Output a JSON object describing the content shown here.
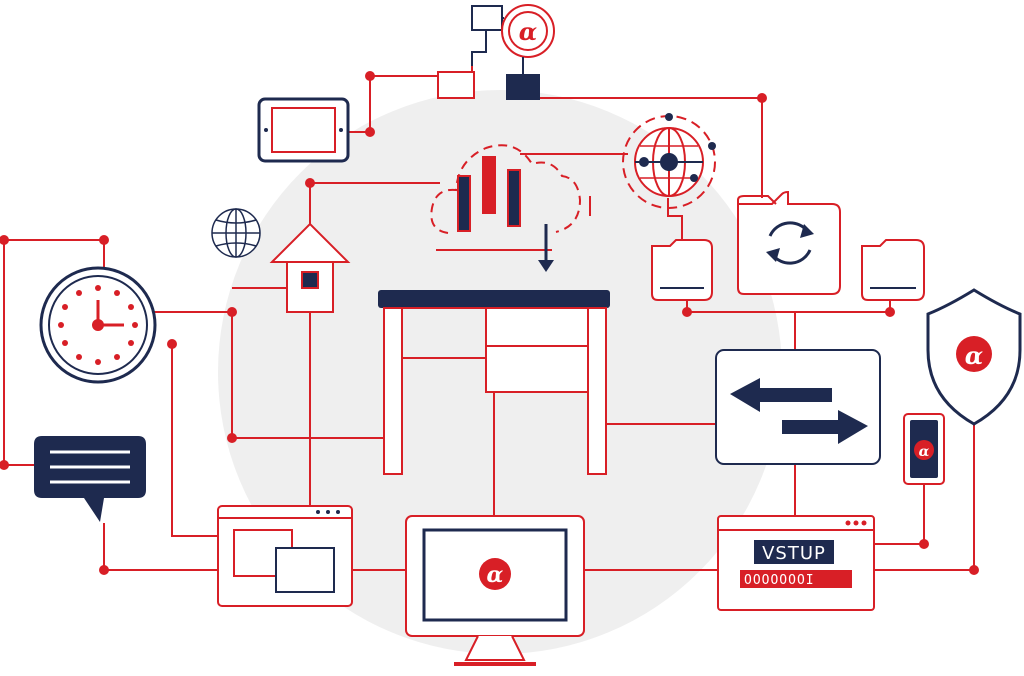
{
  "colors": {
    "red": "#d81f26",
    "navy": "#1e2a4f",
    "background_circle": "#efefef",
    "white": "#ffffff"
  },
  "login_panel": {
    "username": "VSTUP",
    "password_mask": "OOOOOOOI"
  },
  "logo": {
    "glyph": "α"
  },
  "icons": [
    "org-chart-icon",
    "tablet-icon",
    "globe-icon",
    "house-icon",
    "clock-icon",
    "chat-bubble-icon",
    "cloud-chart-icon",
    "network-globe-icon",
    "folder-icon",
    "sync-folder-icon",
    "desk-icon",
    "transfer-arrows-icon",
    "shield-icon",
    "smartphone-icon",
    "browser-window-icon",
    "monitor-icon",
    "login-window-icon"
  ]
}
